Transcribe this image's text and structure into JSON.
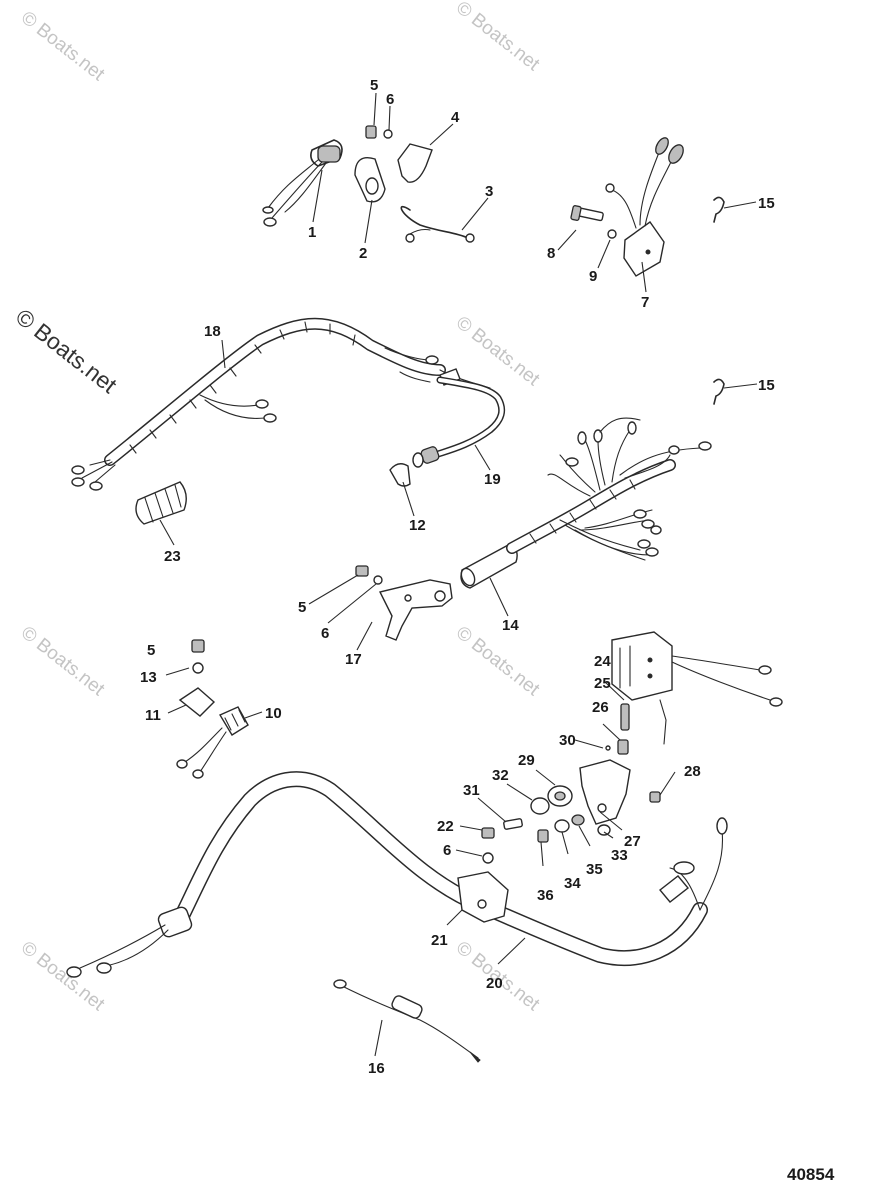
{
  "watermark": "© Boats.net",
  "watermark_main": "© Boats.net",
  "figure_number": "40854",
  "callouts": {
    "c1": "1",
    "c2": "2",
    "c3": "3",
    "c4": "4",
    "c5a": "5",
    "c6a": "6",
    "c7": "7",
    "c8": "8",
    "c9": "9",
    "c15a": "15",
    "c15b": "15",
    "c18": "18",
    "c19": "19",
    "c12": "12",
    "c23": "23",
    "c14": "14",
    "c5b": "5",
    "c6b": "6",
    "c17": "17",
    "c5c": "5",
    "c13": "13",
    "c11": "11",
    "c10": "10",
    "c24": "24",
    "c25": "25",
    "c26": "26",
    "c30": "30",
    "c29": "29",
    "c32": "32",
    "c28": "28",
    "c31": "31",
    "c27": "27",
    "c22": "22",
    "c6c": "6",
    "c33": "33",
    "c35": "35",
    "c34": "34",
    "c36": "36",
    "c21": "21",
    "c20": "20",
    "c16": "16"
  }
}
